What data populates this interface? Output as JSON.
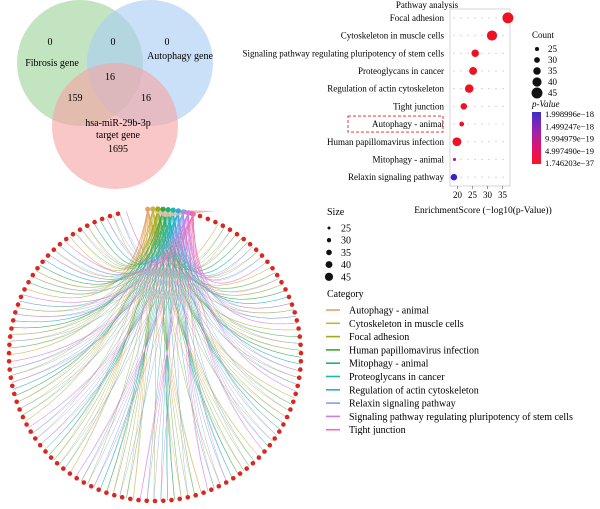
{
  "venn": {
    "sets": [
      {
        "label": "Fibrosis gene",
        "color": "#9ed49a"
      },
      {
        "label": "Autophagy gene",
        "color": "#a9cdf3"
      },
      {
        "label": "hsa-miR-29b-3p",
        "label2": "target gene",
        "color": "#f5a5a5"
      }
    ],
    "regions": {
      "fibrosis_only": "0",
      "autophagy_only": "0",
      "fibrosis_autophagy": "0",
      "all_three": "16",
      "fibrosis_target": "159",
      "autophagy_target": "16",
      "target_only": "1695"
    }
  },
  "chart_data": [
    {
      "type": "scatter",
      "title": "Pathway analysis",
      "xlabel": "EnrichmentScore (−log10(p-Value))",
      "xlim": [
        17.5,
        37.5
      ],
      "xticks": [
        20,
        25,
        30,
        35
      ],
      "categories": [
        "Focal adhesion",
        "Cytoskeleton in muscle cells",
        "Signaling pathway regulating pluripotency of stem cells",
        "Proteoglycans in cancer",
        "Regulation of actin cytoskeleton",
        "Tight junction",
        "Autophagy - animal",
        "Human papillomavirus infection",
        "Mitophagy - animal",
        "Relaxin signaling pathway"
      ],
      "highlighted_category": "Autophagy - animal",
      "points": [
        {
          "pathway": "Focal adhesion",
          "x": 36.8,
          "count": 45
        },
        {
          "pathway": "Cytoskeleton in muscle cells",
          "x": 31.5,
          "count": 43
        },
        {
          "pathway": "Signaling pathway regulating pluripotency of stem cells",
          "x": 25.9,
          "count": 35
        },
        {
          "pathway": "Proteoglycans in cancer",
          "x": 25.2,
          "count": 36
        },
        {
          "pathway": "Regulation of actin cytoskeleton",
          "x": 23.9,
          "count": 38
        },
        {
          "pathway": "Tight junction",
          "x": 22.1,
          "count": 32
        },
        {
          "pathway": "Autophagy - animal",
          "x": 21.4,
          "count": 27
        },
        {
          "pathway": "Human papillomavirus infection",
          "x": 19.8,
          "count": 39
        },
        {
          "pathway": "Mitophagy - animal",
          "x": 19.0,
          "count": 22
        },
        {
          "pathway": "Relaxin signaling pathway",
          "x": 18.8,
          "count": 32
        }
      ],
      "size_legend": {
        "title": "Count",
        "values": [
          25,
          30,
          35,
          40,
          45
        ]
      },
      "color_legend": {
        "title": "p-Value",
        "labels": [
          "1.998996e−18",
          "1.499247e−18",
          "9.994979e−19",
          "4.997490e−19",
          "1.746203e−37"
        ],
        "colors": [
          "#3b2cc8",
          "#7f24b8",
          "#c01690",
          "#e60b55",
          "#fb1422"
        ]
      },
      "point_colors": [
        "#f01024",
        "#f01024",
        "#f01024",
        "#f01024",
        "#f01024",
        "#f01024",
        "#f01024",
        "#f01024",
        "#9a28a8",
        "#3424d0"
      ],
      "grid": true,
      "ylabel": ""
    },
    {
      "type": "network",
      "size_legend": {
        "title": "Size",
        "values": [
          25,
          30,
          35,
          40,
          45
        ]
      },
      "category_legend": {
        "title": "Category",
        "items": [
          {
            "label": "Autophagy - animal",
            "color": "#e6a26a"
          },
          {
            "label": "Cytoskeleton in muscle cells",
            "color": "#c9b23c"
          },
          {
            "label": "Focal adhesion",
            "color": "#9aaa1e"
          },
          {
            "label": "Human papillomavirus infection",
            "color": "#3ea53a"
          },
          {
            "label": "Mitophagy - animal",
            "color": "#20b07a"
          },
          {
            "label": "Proteoglycans in cancer",
            "color": "#20b5b0"
          },
          {
            "label": "Regulation of actin cytoskeleton",
            "color": "#2fa9dc"
          },
          {
            "label": "Relaxin signaling pathway",
            "color": "#8c9af0"
          },
          {
            "label": "Signaling pathway regulating pluripotency of stem cells",
            "color": "#d27ae6"
          },
          {
            "label": "Tight junction",
            "color": "#ec6fb2"
          }
        ]
      }
    }
  ]
}
